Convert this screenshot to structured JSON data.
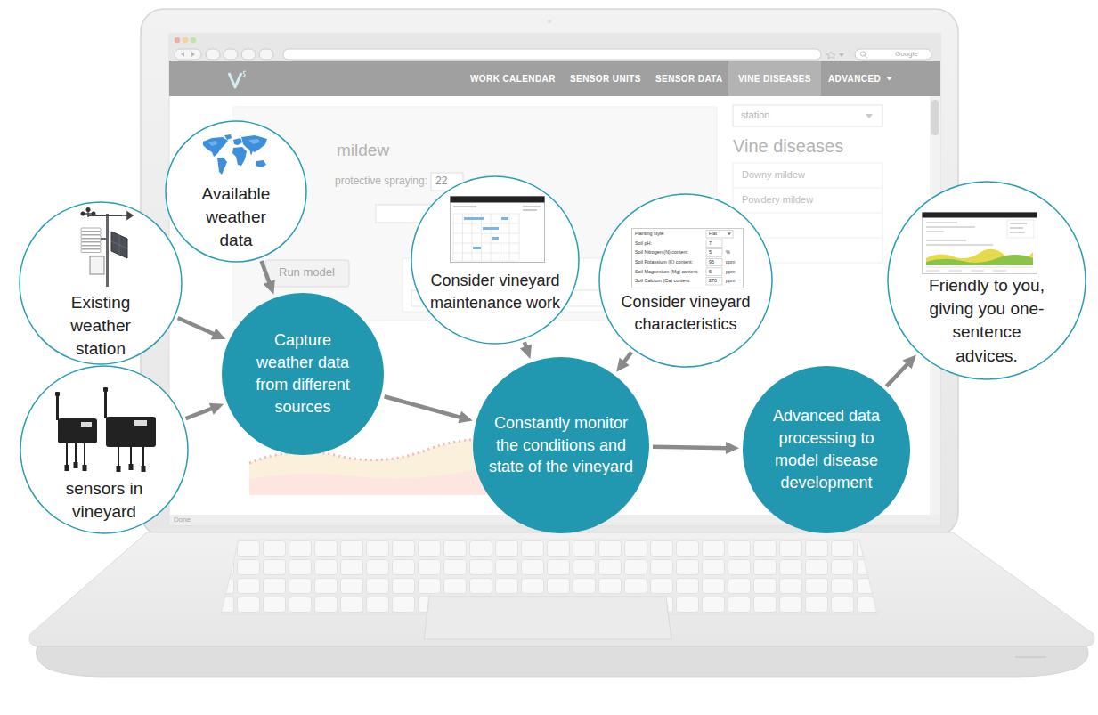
{
  "diagram": {
    "nodes": [
      {
        "text": [
          "Available weather data"
        ]
      },
      {
        "text": [
          "Existing weather station"
        ]
      },
      {
        "text": [
          "sensors in vineyard"
        ]
      },
      {
        "text": [
          "Capture weather data from different sources"
        ]
      },
      {
        "text": [
          "Consider vineyard maintenance work"
        ]
      },
      {
        "text": [
          "Consider vineyard characteristics"
        ]
      },
      {
        "text": [
          "Constantly monitor the conditions and state of the vineyard"
        ]
      },
      {
        "text": [
          "Advanced data processing to model disease development"
        ]
      },
      {
        "text": [
          "Friendly to you, giving you one-sentence advices."
        ]
      }
    ],
    "edges": [
      {
        "from": 1,
        "to": 3,
        "arrow": "to"
      },
      {
        "from": 2,
        "to": 3,
        "arrow": "to"
      },
      {
        "from": 0,
        "to": 3,
        "arrow": "to"
      },
      {
        "from": 3,
        "to": 6,
        "arrow": "to"
      },
      {
        "from": 4,
        "to": 6,
        "arrow": "to"
      },
      {
        "from": 5,
        "to": 6,
        "arrow": "to"
      },
      {
        "from": 6,
        "to": 7,
        "arrow": "to"
      },
      {
        "from": 7,
        "to": 8,
        "arrow": "to"
      }
    ],
    "labels": [
      "Google",
      "WORK CALENDAR",
      "SENSOR UNITS",
      "SENSOR DATA",
      "VINE DISEASES",
      "ADVANCED",
      "mildew",
      "protective spraying:",
      "22",
      "Run model",
      "station",
      "Vine diseases",
      "Downy mildew",
      "Powdery mildew",
      "Done",
      "Planting style:",
      "Flat",
      "Soil pH:",
      "7",
      "Soil Nitrogen (N) content:",
      "5",
      "%",
      "Soil Potassium (K) content:",
      "95",
      "ppm",
      "Soil Magnesium (Mg) content:",
      "5",
      "ppm",
      "Soil Calcium (Ca) content:",
      "270",
      "ppm"
    ]
  }
}
